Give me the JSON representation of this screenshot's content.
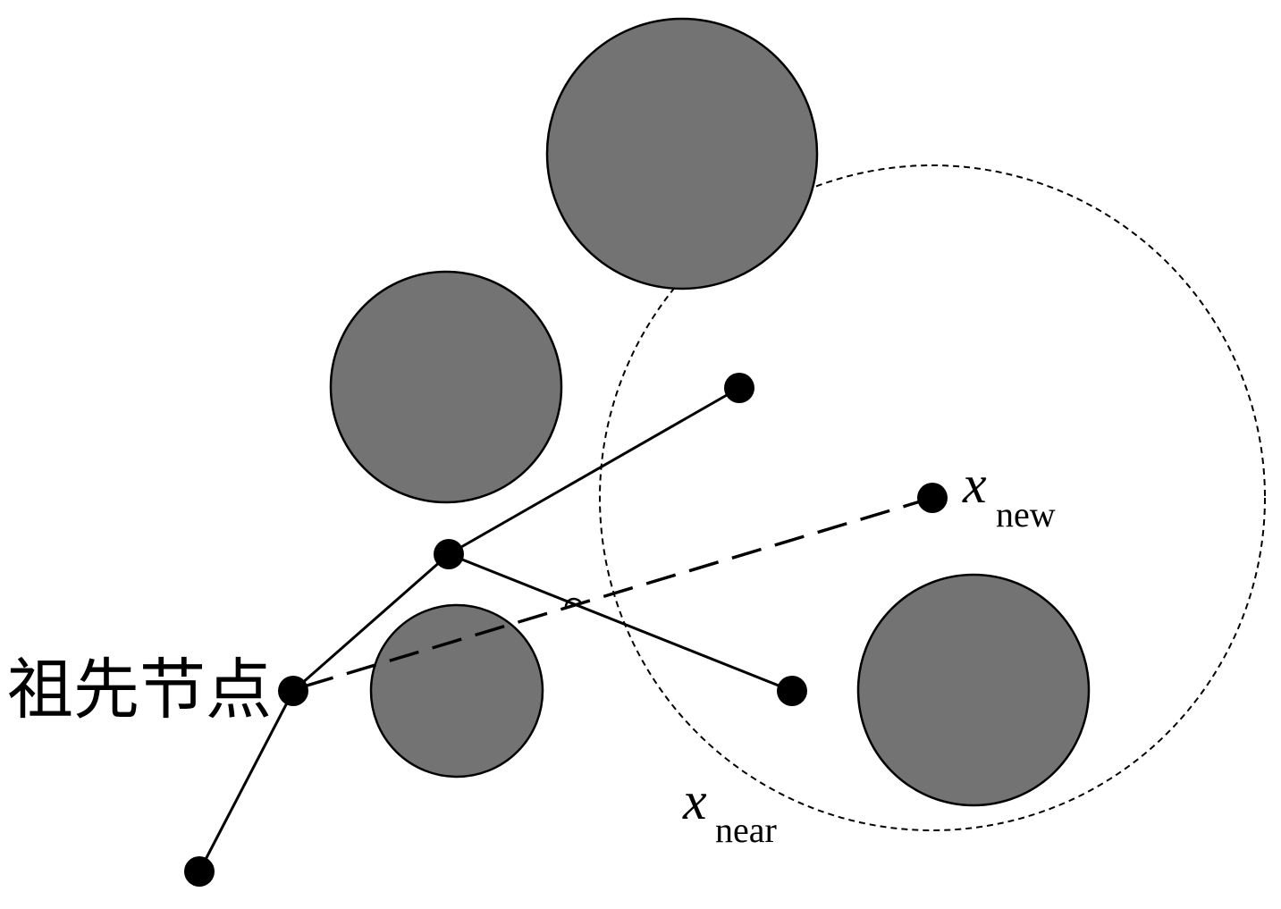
{
  "diagram": {
    "ancestor_label": "祖先节点",
    "x_new": {
      "var": "x",
      "sub": "new"
    },
    "x_near": {
      "var": "x",
      "sub": "near"
    }
  }
}
